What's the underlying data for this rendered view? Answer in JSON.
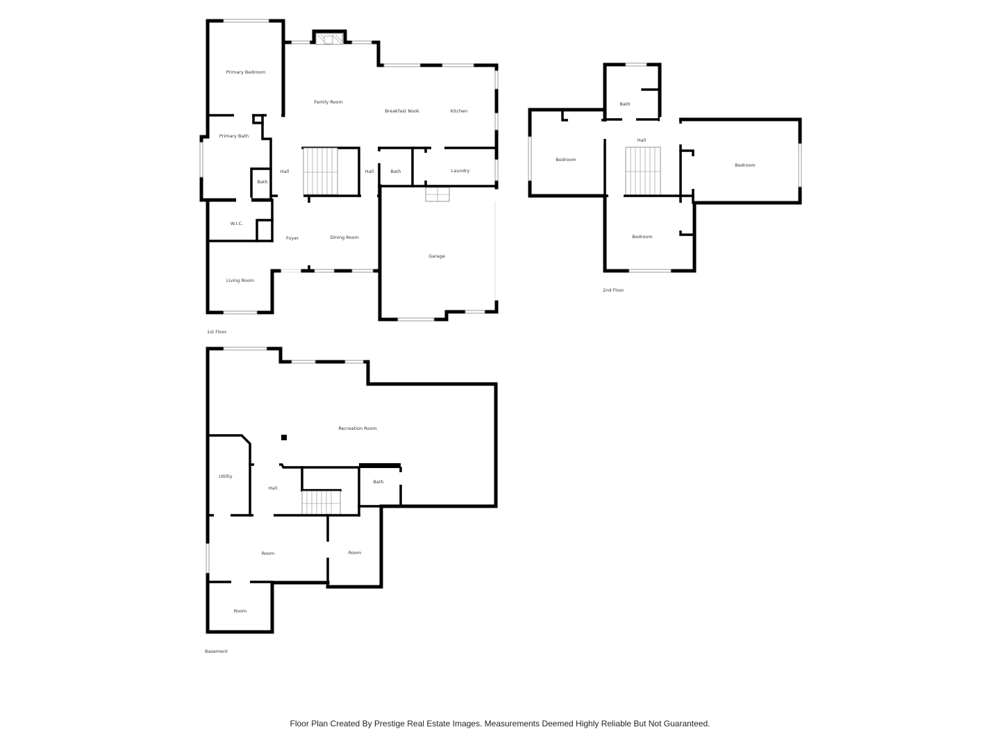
{
  "first_floor": {
    "title": "1st Floor",
    "rooms": {
      "primary_bedroom": "Primary Bedroom",
      "family_room": "Family Room",
      "breakfast_nook": "Breakfast Nook",
      "kitchen": "Kitchen",
      "primary_bath": "Primary Bath",
      "hall_left": "Hall",
      "hall_center": "Hall",
      "bath_small": "Bath",
      "bath_center": "Bath",
      "laundry": "Laundry",
      "wic": "W.I.C.",
      "foyer": "Foyer",
      "dining_room": "Dining Room",
      "garage": "Garage",
      "living_room": "Living Room"
    }
  },
  "second_floor": {
    "title": "2nd Floor",
    "rooms": {
      "bath": "Bath",
      "hall": "Hall",
      "bedroom_west": "Bedroom",
      "bedroom_east": "Bedroom",
      "bedroom_south": "Bedroom"
    }
  },
  "basement": {
    "title": "Basement",
    "rooms": {
      "recreation_room": "Recreation Room",
      "utility": "Utility",
      "hall": "Hall",
      "bath": "Bath",
      "room_center": "Room",
      "room_east": "Room",
      "room_south": "Room"
    }
  },
  "footer": {
    "disclaimer": "Floor Plan Created By Prestige Real Estate Images. Measurements Deemed Highly Reliable But Not Guaranteed."
  }
}
